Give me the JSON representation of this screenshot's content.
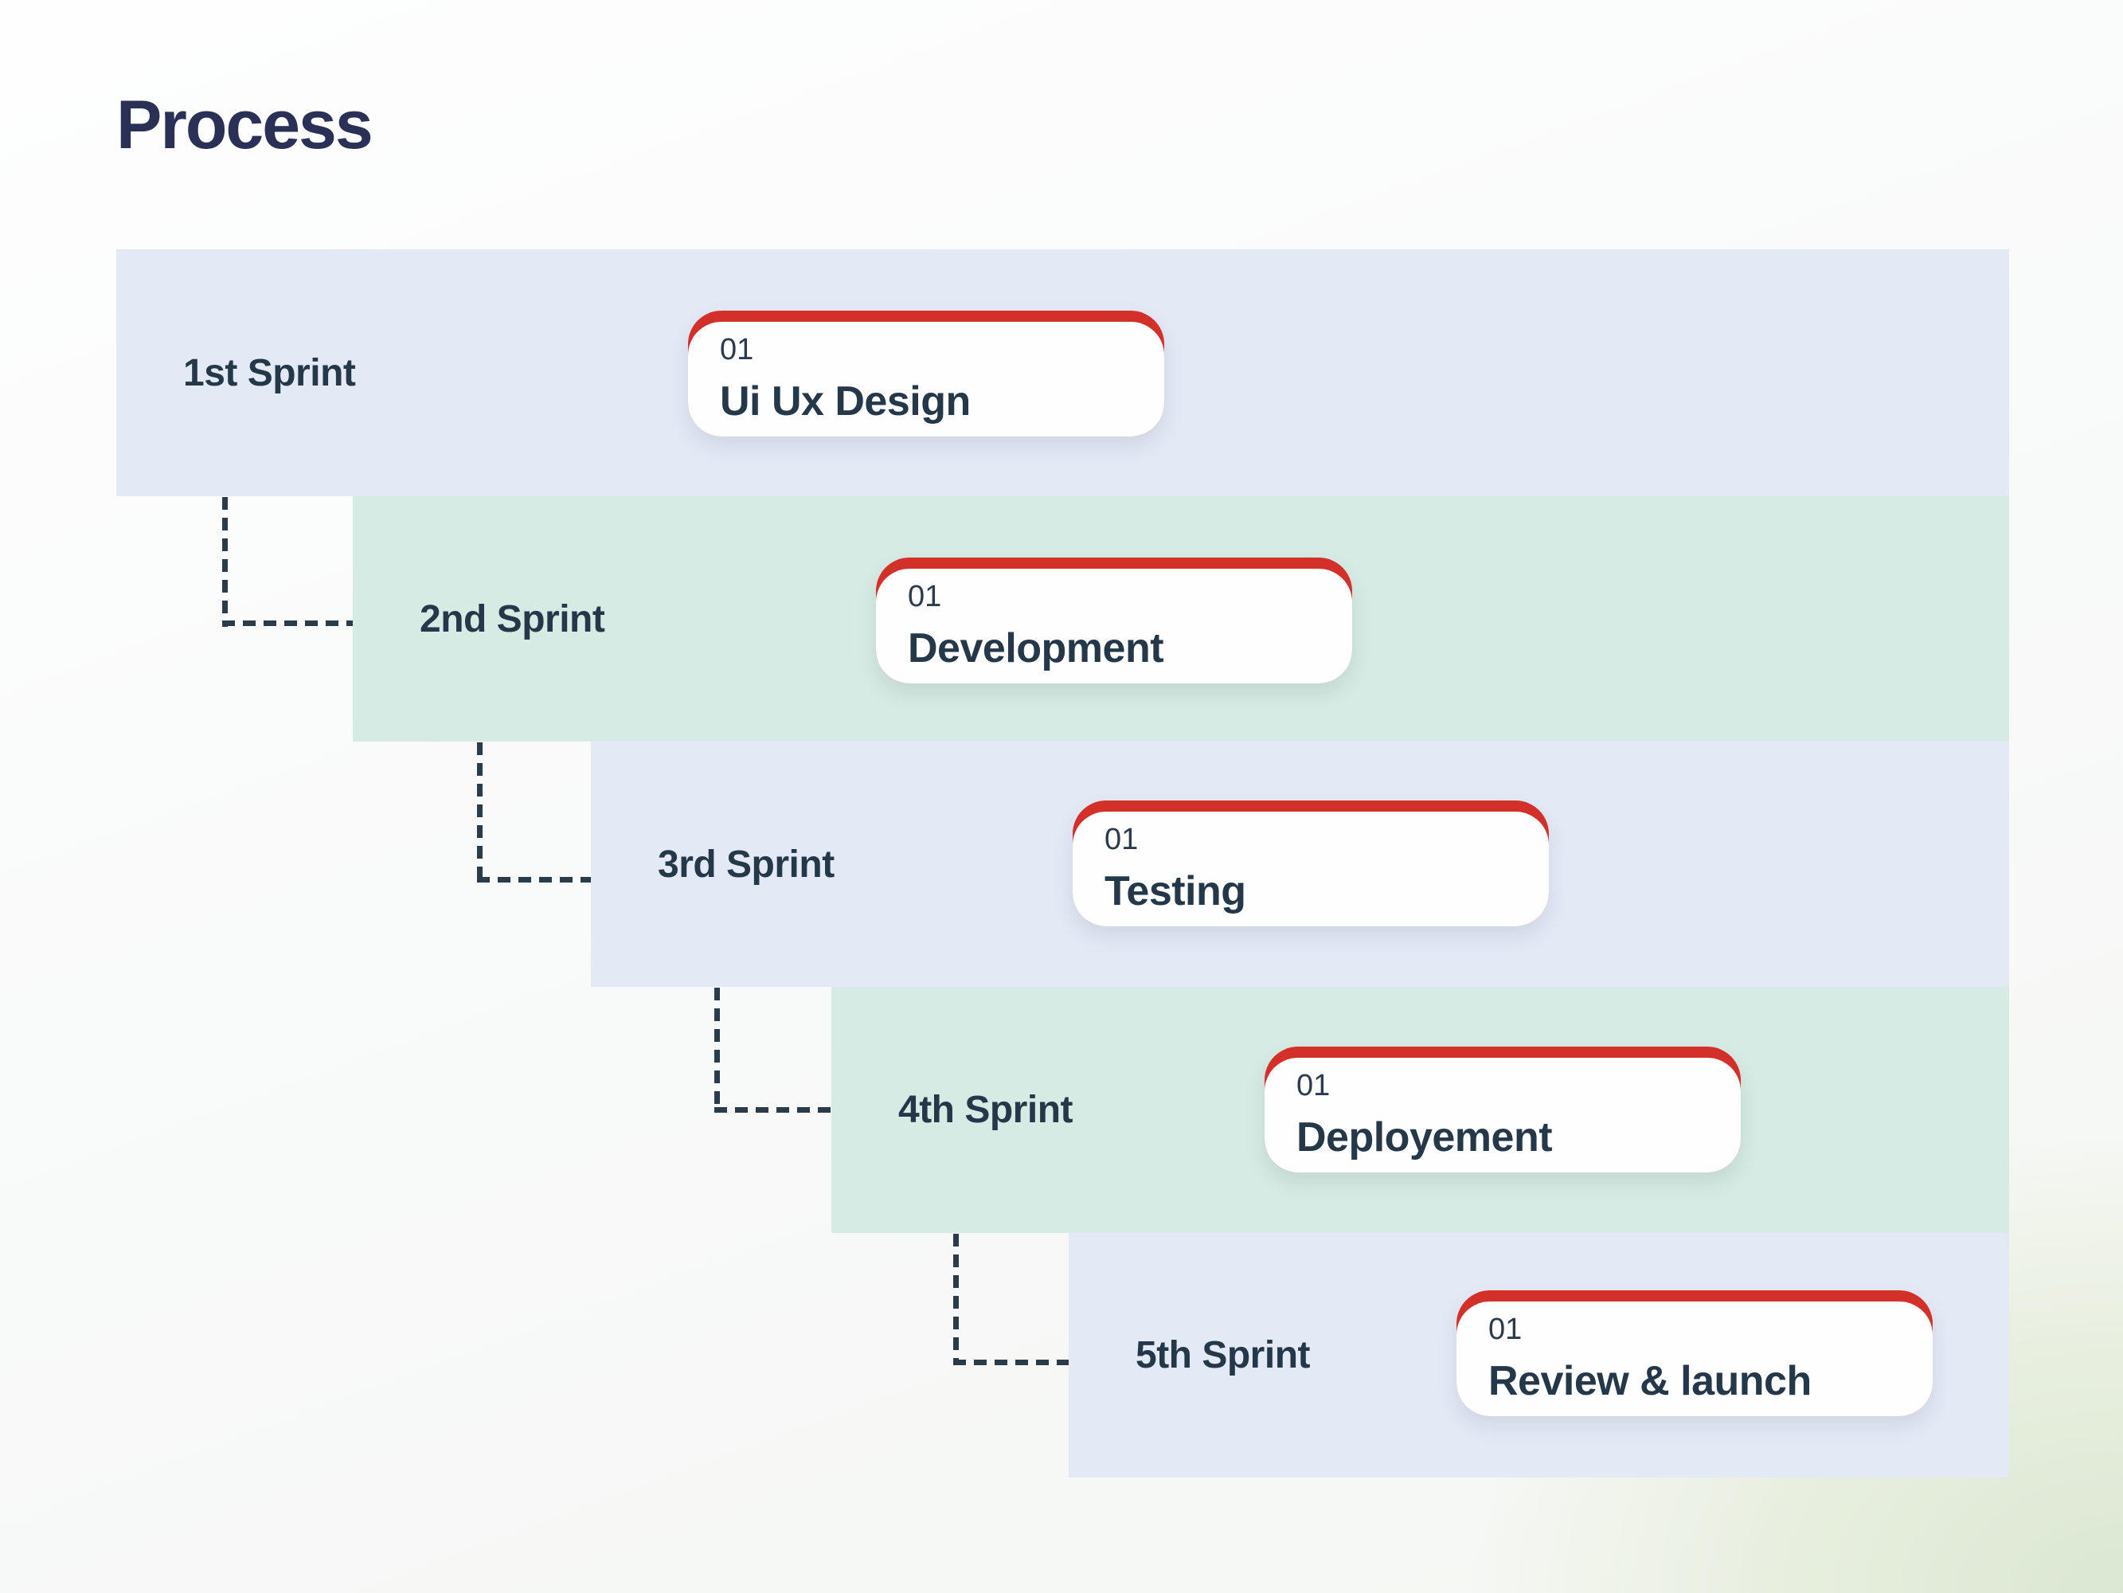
{
  "title": "Process",
  "rows": [
    {
      "label": "1st Sprint",
      "step_number": "01",
      "card_title": "Ui Ux Design"
    },
    {
      "label": "2nd Sprint",
      "step_number": "01",
      "card_title": "Development"
    },
    {
      "label": "3rd Sprint",
      "step_number": "01",
      "card_title": "Testing"
    },
    {
      "label": "4th Sprint",
      "step_number": "01",
      "card_title": "Deployement"
    },
    {
      "label": "5th Sprint",
      "step_number": "01",
      "card_title": "Review & launch"
    }
  ],
  "colors": {
    "accent-red": "#d23028",
    "row-lavender": "#e4e9f6",
    "row-mint": "#d6ebe3",
    "text-slate": "#24384a",
    "title-navy": "#2b3156",
    "dash": "#2a3b49",
    "card-bg": "#fefefe"
  }
}
